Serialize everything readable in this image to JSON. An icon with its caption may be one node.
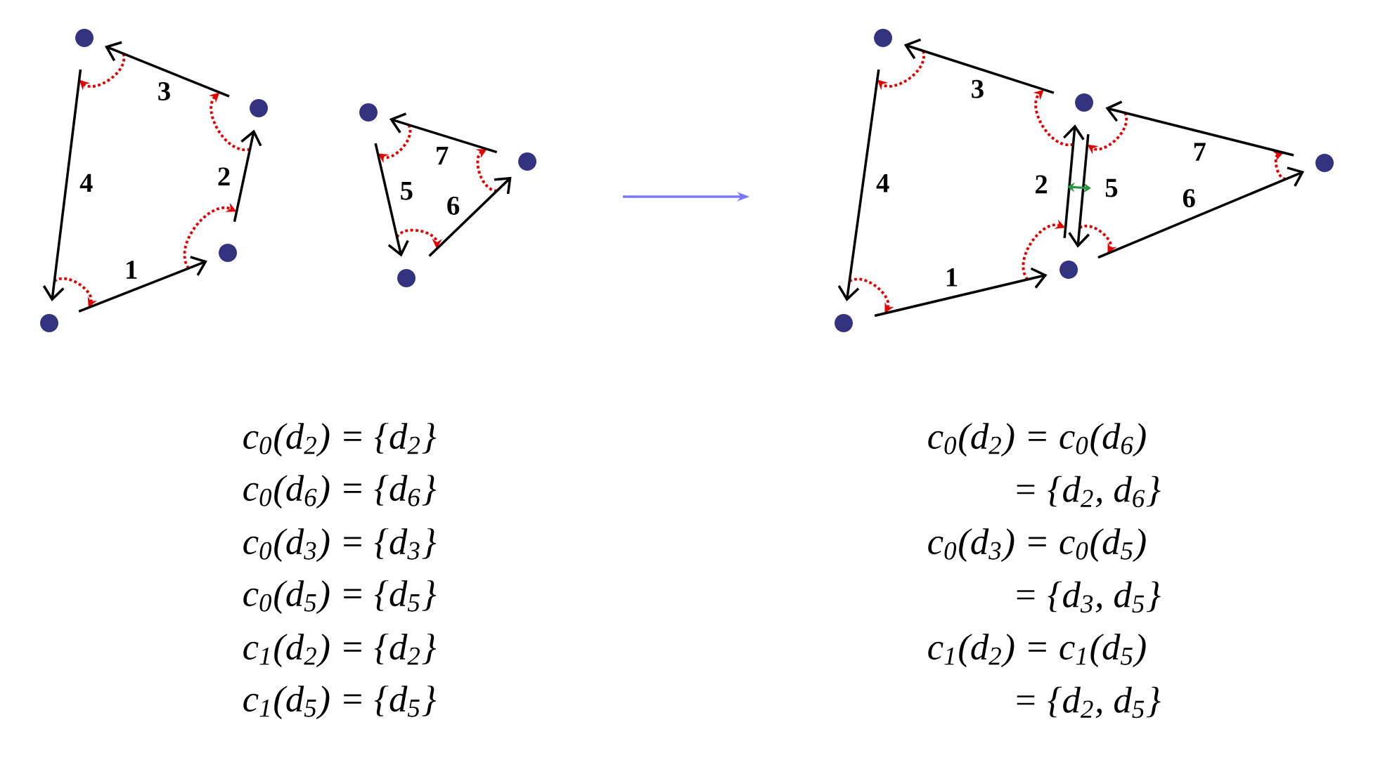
{
  "diagram": {
    "nodes": [
      {
        "text": [],
        "shape": "circle"
      },
      {
        "text": [],
        "shape": "circle"
      },
      {
        "text": [],
        "shape": "circle"
      },
      {
        "text": [],
        "shape": "circle"
      },
      {
        "text": [],
        "shape": "circle"
      },
      {
        "text": [],
        "shape": "circle"
      },
      {
        "text": [],
        "shape": "circle"
      },
      {
        "text": [],
        "shape": "circle"
      },
      {
        "text": [],
        "shape": "circle"
      },
      {
        "text": [],
        "shape": "circle"
      },
      {
        "text": [],
        "shape": "circle"
      },
      {
        "text": [],
        "shape": "circle"
      }
    ],
    "edges": [
      {
        "from": 3,
        "to": 2,
        "arrow": "to",
        "label": "1"
      },
      {
        "from": 2,
        "to": 1,
        "arrow": "to",
        "label": "2"
      },
      {
        "from": 1,
        "to": 0,
        "arrow": "to",
        "label": "3"
      },
      {
        "from": 0,
        "to": 3,
        "arrow": "to",
        "label": "4"
      },
      {
        "from": 4,
        "to": 6,
        "arrow": "to",
        "label": "5"
      },
      {
        "from": 6,
        "to": 5,
        "arrow": "to",
        "label": "6"
      },
      {
        "from": 5,
        "to": 4,
        "arrow": "to",
        "label": "7"
      },
      {
        "from": 11,
        "to": 10,
        "arrow": "to",
        "label": "1"
      },
      {
        "from": 10,
        "to": 8,
        "arrow": "to",
        "label": "2"
      },
      {
        "from": 8,
        "to": 7,
        "arrow": "to",
        "label": "3"
      },
      {
        "from": 7,
        "to": 11,
        "arrow": "to",
        "label": "4"
      },
      {
        "from": 8,
        "to": 10,
        "arrow": "to",
        "label": "5"
      },
      {
        "from": 10,
        "to": 9,
        "arrow": "to",
        "label": "6"
      },
      {
        "from": 9,
        "to": 8,
        "arrow": "to",
        "label": "7"
      }
    ],
    "labels": [
      "c$_{0}$(d$_{2}$) = {d$_{2}$}",
      "c$_{0}$(d$_{6}$) = {d$_{6}$}",
      "c$_{0}$(d$_{3}$) = {d$_{3}$}",
      "c$_{0}$(d$_{5}$) = {d$_{5}$}",
      "c$_{1}$(d$_{2}$) = {d$_{2}$}",
      "c$_{1}$(d$_{5}$) = {d$_{5}$}",
      "c$_{0}$(d$_{2}$) = c$_{0}$(d$_{6}$)",
      "= {d$_{2}$, d$_{6}$}",
      "c$_{0}$(d$_{3}$) = c$_{0}$(d$_{5}$)",
      "= {d$_{3}$, d$_{5}$}",
      "c$_{1}$(d$_{2}$) = c$_{1}$(d$_{5}$)",
      "= {d$_{2}$, d$_{5}$}"
    ]
  }
}
